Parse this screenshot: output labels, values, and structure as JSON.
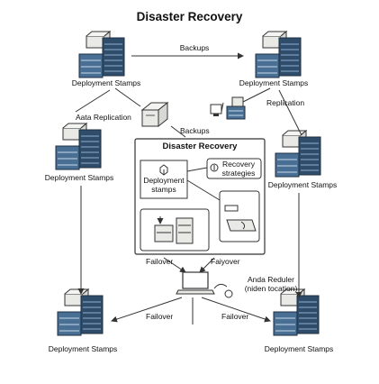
{
  "title": "Disaster Recovery",
  "nodes": {
    "top_left": "Deployment Stamps",
    "top_right": "Deployment Stamps",
    "mid_left": "Deployment Stamps",
    "mid_right": "Deployment Stamps",
    "bottom_left": "Deployment Stamps",
    "bottom_right": "Deployment Stamps"
  },
  "edges": {
    "backups_top": "Backups",
    "backups_mid": "Backups",
    "data_replication": "Aata Replication",
    "replication": "Replication",
    "failover_left": "Failover",
    "failover_right": "Faiyover",
    "failover_bottom_left": "Failover",
    "failover_bottom_right": "Failover"
  },
  "center_box": {
    "title": "Disaster Recovery",
    "deployment_stamps": "Deployment stamps",
    "recovery_strategies": "Recovery strategies"
  },
  "annotation": "Anda Reduler (niden tocation)",
  "colors": {
    "server_dark": "#2f4d6b",
    "server_mid": "#4a6f95",
    "line": "#333333",
    "box_fill": "#e9e9e6"
  }
}
